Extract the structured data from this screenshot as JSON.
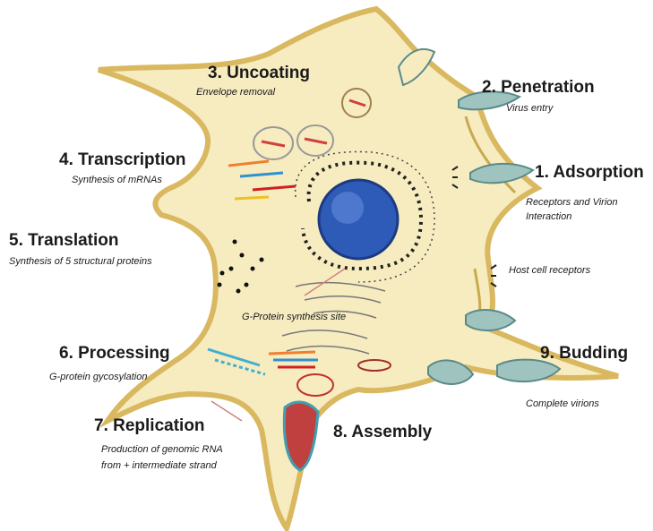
{
  "labels": {
    "uncoating": {
      "title": "3. Uncoating",
      "subtitle": "Envelope removal"
    },
    "penetration": {
      "title": "2. Penetration",
      "subtitle": "Virus entry"
    },
    "transcription": {
      "title": "4. Transcription",
      "subtitle": "Synthesis of mRNAs"
    },
    "adsorption": {
      "title": "1. Adsorption",
      "subtitle_line1": "Receptors and Virion",
      "subtitle_line2": "Interaction"
    },
    "translation": {
      "title": "5. Translation",
      "subtitle": "Synthesis of 5 structural proteins"
    },
    "host_receptors": {
      "text": "Host cell receptors"
    },
    "g_protein_site": {
      "text": "G-Protein synthesis site"
    },
    "processing": {
      "title": "6. Processing",
      "subtitle": "G-protein gycosylation"
    },
    "budding": {
      "title": "9. Budding",
      "subtitle": "Complete virions"
    },
    "replication": {
      "title": "7. Replication",
      "subtitle_line1": "Production of genomic RNA",
      "subtitle_line2": "from + intermediate strand"
    },
    "assembly": {
      "title": "8. Assembly"
    }
  },
  "colors": {
    "cytoplasm": "#f6ecc0",
    "membrane": "#d9b860",
    "nucleus": "#2f5bb8",
    "virion": "#9fc4c0",
    "text": "#1a1a1a"
  }
}
